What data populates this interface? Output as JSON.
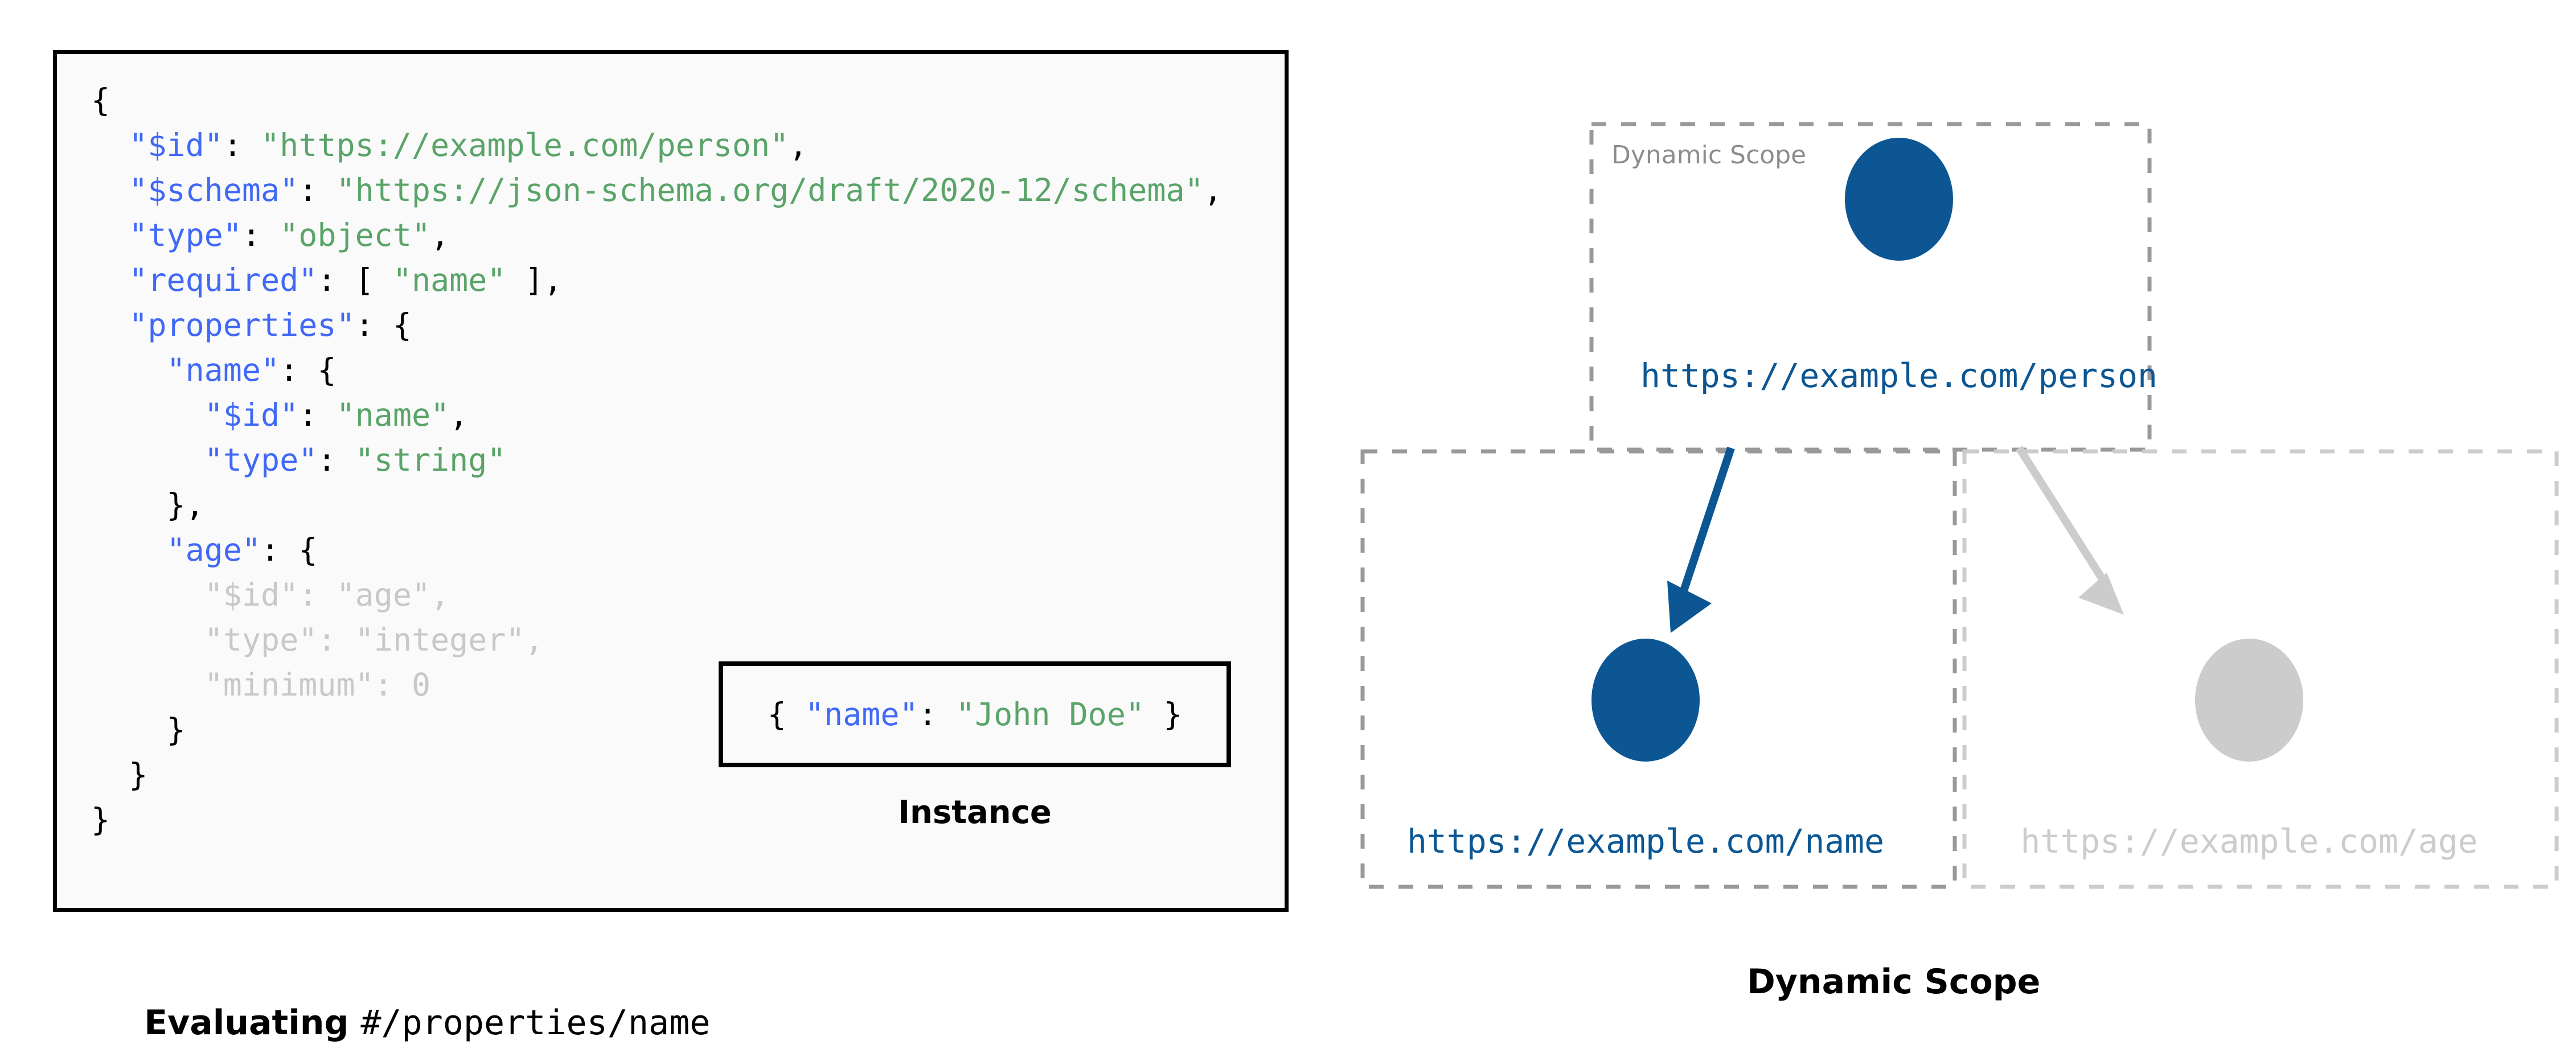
{
  "colors": {
    "accent_blue": "#0b5693",
    "key_blue": "#4169f7",
    "string_green": "#5aa469",
    "dim_grey": "#c8c8c8",
    "dash_grey": "#999999",
    "panel_bg": "#fafafa",
    "panel_border": "#000000"
  },
  "schema_panel": {
    "lines": [
      {
        "indent": 0,
        "segments": [
          {
            "t": "{",
            "c": "p"
          }
        ]
      },
      {
        "indent": 1,
        "segments": [
          {
            "t": "\"$id\"",
            "c": "k"
          },
          {
            "t": ": ",
            "c": "p"
          },
          {
            "t": "\"https://example.com/person\"",
            "c": "s"
          },
          {
            "t": ",",
            "c": "p"
          }
        ]
      },
      {
        "indent": 1,
        "segments": [
          {
            "t": "\"$schema\"",
            "c": "k"
          },
          {
            "t": ": ",
            "c": "p"
          },
          {
            "t": "\"https://json-schema.org/draft/2020-12/schema\"",
            "c": "s"
          },
          {
            "t": ",",
            "c": "p"
          }
        ]
      },
      {
        "indent": 1,
        "segments": [
          {
            "t": "\"type\"",
            "c": "k"
          },
          {
            "t": ": ",
            "c": "p"
          },
          {
            "t": "\"object\"",
            "c": "s"
          },
          {
            "t": ",",
            "c": "p"
          }
        ]
      },
      {
        "indent": 1,
        "segments": [
          {
            "t": "\"required\"",
            "c": "k"
          },
          {
            "t": ": [ ",
            "c": "p"
          },
          {
            "t": "\"name\"",
            "c": "s"
          },
          {
            "t": " ],",
            "c": "p"
          }
        ]
      },
      {
        "indent": 1,
        "segments": [
          {
            "t": "\"properties\"",
            "c": "k"
          },
          {
            "t": ": {",
            "c": "p"
          }
        ]
      },
      {
        "indent": 2,
        "segments": [
          {
            "t": "\"name\"",
            "c": "k"
          },
          {
            "t": ": {",
            "c": "p"
          }
        ]
      },
      {
        "indent": 3,
        "segments": [
          {
            "t": "\"$id\"",
            "c": "k"
          },
          {
            "t": ": ",
            "c": "p"
          },
          {
            "t": "\"name\"",
            "c": "s"
          },
          {
            "t": ",",
            "c": "p"
          }
        ]
      },
      {
        "indent": 3,
        "segments": [
          {
            "t": "\"type\"",
            "c": "k"
          },
          {
            "t": ": ",
            "c": "p"
          },
          {
            "t": "\"string\"",
            "c": "s"
          }
        ]
      },
      {
        "indent": 2,
        "segments": [
          {
            "t": "},",
            "c": "p"
          }
        ]
      },
      {
        "indent": 2,
        "segments": [
          {
            "t": "\"age\"",
            "c": "k"
          },
          {
            "t": ": {",
            "c": "p"
          }
        ]
      },
      {
        "indent": 3,
        "segments": [
          {
            "t": "\"$id\"",
            "c": "dim"
          },
          {
            "t": ": ",
            "c": "dim"
          },
          {
            "t": "\"age\"",
            "c": "dim"
          },
          {
            "t": ",",
            "c": "dim"
          }
        ]
      },
      {
        "indent": 3,
        "segments": [
          {
            "t": "\"type\"",
            "c": "dim"
          },
          {
            "t": ": ",
            "c": "dim"
          },
          {
            "t": "\"integer\"",
            "c": "dim"
          },
          {
            "t": ",",
            "c": "dim"
          }
        ]
      },
      {
        "indent": 3,
        "segments": [
          {
            "t": "\"minimum\"",
            "c": "dim"
          },
          {
            "t": ": ",
            "c": "dim"
          },
          {
            "t": "0",
            "c": "dim"
          }
        ]
      },
      {
        "indent": 2,
        "segments": [
          {
            "t": "}",
            "c": "p"
          }
        ]
      },
      {
        "indent": 1,
        "segments": [
          {
            "t": "}",
            "c": "p"
          }
        ]
      },
      {
        "indent": 0,
        "segments": [
          {
            "t": "}",
            "c": "p"
          }
        ]
      }
    ]
  },
  "instance": {
    "segments": [
      {
        "t": "{ ",
        "c": "p"
      },
      {
        "t": "\"name\"",
        "c": "k"
      },
      {
        "t": ": ",
        "c": "p"
      },
      {
        "t": "\"John Doe\"",
        "c": "s"
      },
      {
        "t": " }",
        "c": "p"
      }
    ],
    "caption": "Instance"
  },
  "left_caption": {
    "bold_part": "Evaluating ",
    "mono_part": "#/properties/name"
  },
  "diagram": {
    "scope_label": "Dynamic Scope",
    "nodes": [
      {
        "id": "person",
        "label": "https://example.com/person",
        "state": "active"
      },
      {
        "id": "name",
        "label": "https://example.com/name",
        "state": "active"
      },
      {
        "id": "age",
        "label": "https://example.com/age",
        "state": "inactive"
      }
    ],
    "edges": [
      {
        "from": "person",
        "to": "name",
        "state": "active"
      },
      {
        "from": "person",
        "to": "age",
        "state": "inactive"
      }
    ],
    "caption": "Dynamic Scope"
  }
}
